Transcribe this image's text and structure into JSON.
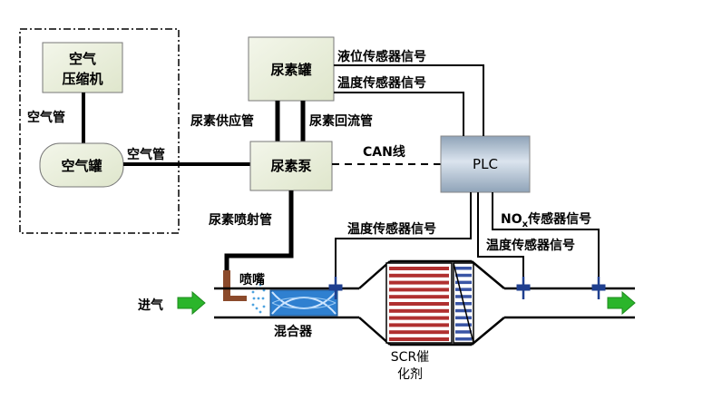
{
  "components": {
    "air_compressor": [
      "空气",
      "压缩机"
    ],
    "air_tank": "空气罐",
    "urea_tank": "尿素罐",
    "urea_pump": "尿素泵",
    "plc": "PLC",
    "mixer": "混合器",
    "scr_catalyst": [
      "SCR催",
      "化剂"
    ]
  },
  "labels": {
    "air_pipe_vertical": "空气管",
    "air_pipe_horizontal": "空气管",
    "urea_supply_pipe": "尿素供应管",
    "urea_return_pipe": "尿素回流管",
    "urea_injection_pipe": "尿素喷射管",
    "can_line": "CAN线",
    "level_sensor_signal": "液位传感器信号",
    "temp_sensor_signal_tank": "温度传感器信号",
    "temp_sensor_signal_inlet": "温度传感器信号",
    "temp_sensor_signal_outlet": "温度传感器信号",
    "nox_prefix": "NO",
    "nox_sub": "x",
    "nox_suffix": "传感器信号",
    "nozzle": "喷嘴",
    "intake": "进气"
  },
  "colors": {
    "plc_fill_light": "#dbe4ee",
    "plc_fill_dark": "#8fa3b8",
    "box_fill": "#eef3e2",
    "mixer_fill": "#2f80d0",
    "catalyst_red": "#b03030",
    "arrow_green": "#2bb52b",
    "sensor_blue": "#1f3f8f",
    "nozzle_brown": "#8b4a2b"
  }
}
